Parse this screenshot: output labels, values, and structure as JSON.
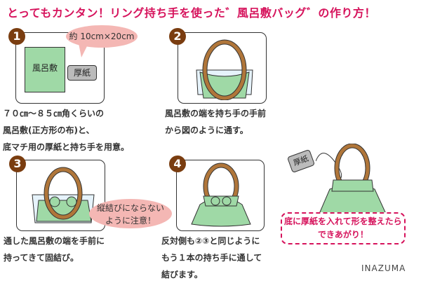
{
  "title": "とってもカンタン！リング持ち手を使った゛風呂敷バッグ゛の作り方！",
  "steps": [
    {
      "number": "1",
      "bubble": "約 10cm×20cm",
      "labels": {
        "cloth": "風呂敷",
        "board": "厚紙"
      },
      "lines": [
        "７０㎝～８５㎝角くらいの",
        "風呂敷(正方形の布)と、",
        "底マチ用の厚紙と持ち手を用意。"
      ]
    },
    {
      "number": "2",
      "lines": [
        "風呂敷の端を持ち手の手前",
        "から図のように通す。"
      ]
    },
    {
      "number": "3",
      "bubble_lines": [
        "縦結びにならない",
        "ように注意！"
      ],
      "lines": [
        "通した風呂敷の端を手前に",
        "持ってきて固結び。"
      ]
    },
    {
      "number": "4",
      "lines": [
        "反対側も②③と同じように",
        "もう１本の持ち手に通して",
        "結びます。"
      ]
    }
  ],
  "final": {
    "tag": "厚紙",
    "lines": [
      "底に厚紙を入れて形を整えたら",
      "できあがり！"
    ]
  },
  "brand": "INAZUMA",
  "colors": {
    "title": "#d6135c",
    "badge": "#7a3d10",
    "cloth": "#9fd9a6",
    "ring": "#b0763a",
    "bubble": "#f4b7b4"
  }
}
